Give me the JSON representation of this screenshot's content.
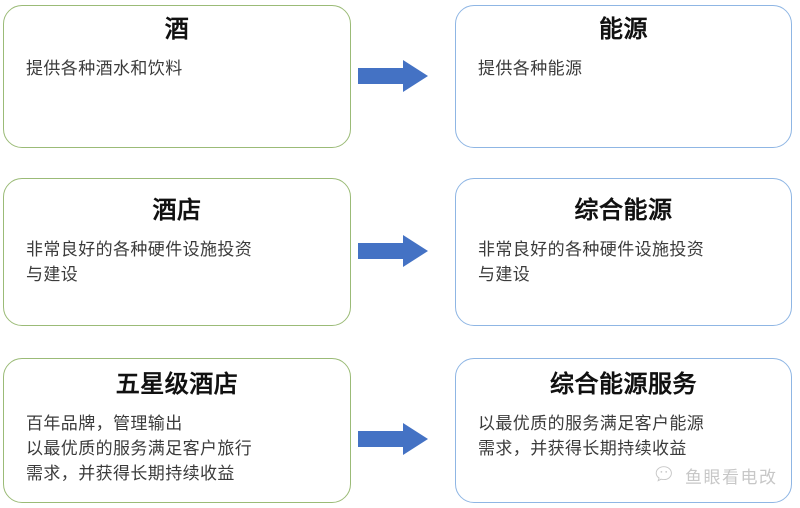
{
  "diagram": {
    "type": "two-column-mapping",
    "colors": {
      "left_border": "#9bbb77",
      "right_border": "#8fb6e4",
      "arrow": "#4472c4",
      "title_text": "#111111",
      "body_text": "#3b3b3b",
      "background": "#ffffff"
    },
    "rows": [
      {
        "left": {
          "title": "酒",
          "body": "提供各种酒水和饮料"
        },
        "arrow": {
          "icon": "right-arrow-icon",
          "direction": "right"
        },
        "right": {
          "title": "能源",
          "body": "提供各种能源"
        }
      },
      {
        "left": {
          "title": "酒店",
          "body": "非常良好的各种硬件设施投资\n与建设"
        },
        "arrow": {
          "icon": "right-arrow-icon",
          "direction": "right"
        },
        "right": {
          "title": "综合能源",
          "body": "非常良好的各种硬件设施投资\n与建设"
        }
      },
      {
        "left": {
          "title": "五星级酒店",
          "body": "百年品牌，管理输出\n以最优质的服务满足客户旅行\n需求，并获得长期持续收益"
        },
        "arrow": {
          "icon": "right-arrow-icon",
          "direction": "right"
        },
        "right": {
          "title": "综合能源服务",
          "body": "以最优质的服务满足客户能源\n需求，并获得长期持续收益"
        }
      }
    ]
  },
  "watermark": {
    "icon": "wechat-logo-icon",
    "text": "鱼眼看电改"
  }
}
